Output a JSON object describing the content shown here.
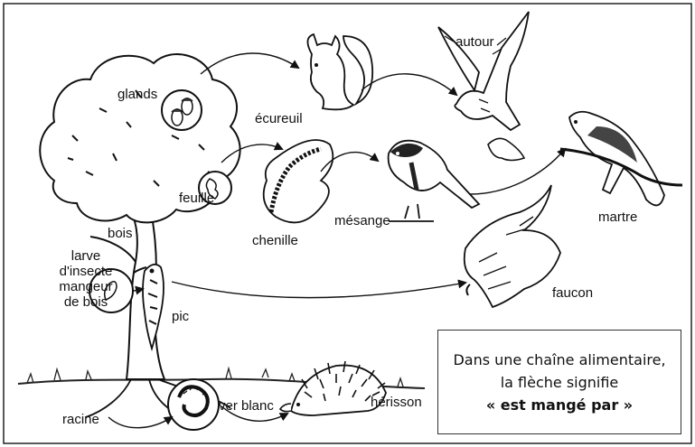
{
  "labels": {
    "glands": "glands",
    "ecureuil": "écureuil",
    "autour": "autour",
    "feuille": "feuille",
    "chenille": "chenille",
    "mesange": "mésange",
    "martre": "martre",
    "bois": "bois",
    "larve_line1": "larve",
    "larve_line2": "d'insecte",
    "larve_line3": "mangeur",
    "larve_line4": "de bois",
    "pic": "pic",
    "faucon": "faucon",
    "racine": "racine",
    "ver_blanc": "ver blanc",
    "herisson": "hérisson"
  },
  "legend": {
    "line1": "Dans une chaîne alimentaire,",
    "line2": "la flèche signifie",
    "line3": "« est mangé par »"
  }
}
